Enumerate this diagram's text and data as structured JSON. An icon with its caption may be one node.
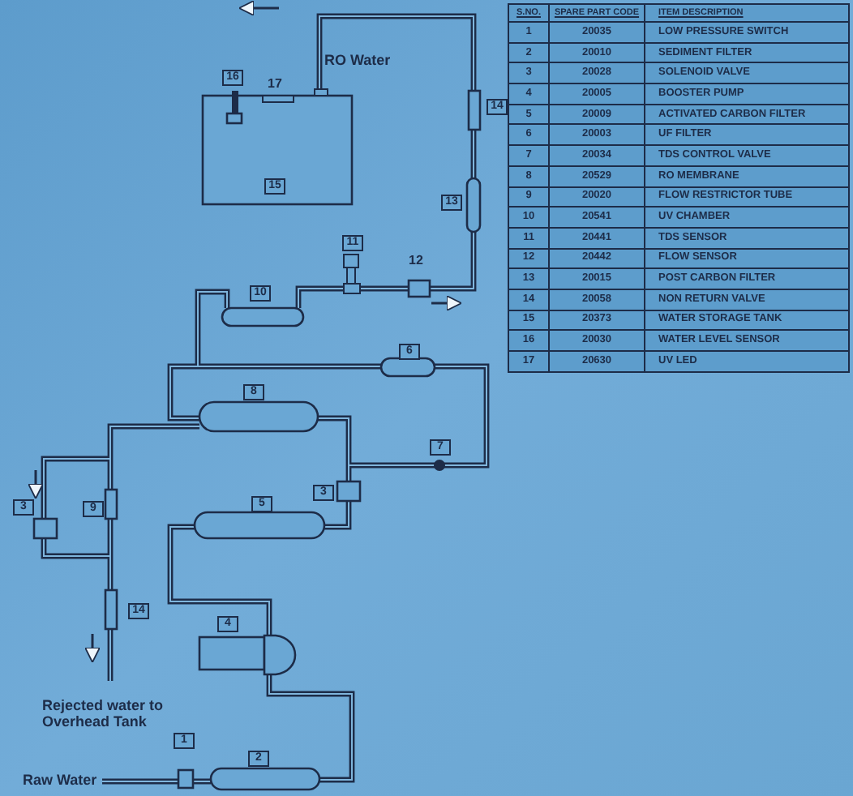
{
  "diagram": {
    "labels": [
      "16",
      "17",
      "RO Water",
      "14",
      "15",
      "13",
      "11",
      "12",
      "10",
      "6",
      "8",
      "7",
      "3",
      "3",
      "9",
      "5",
      "14",
      "4",
      "Rejected water to Overhead Tank",
      "1",
      "2",
      "Raw Water",
      "S.NO.",
      "SPARE PART CODE",
      "ITEM DESCRIPTION",
      "1",
      "20035",
      "LOW PRESSURE SWITCH",
      "2",
      "20010",
      "SEDIMENT FILTER",
      "3",
      "20028",
      "SOLENOID VALVE",
      "4",
      "20005",
      "BOOSTER PUMP",
      "5",
      "20009",
      "ACTIVATED CARBON FILTER",
      "6",
      "20003",
      "UF FILTER",
      "7",
      "20034",
      "TDS CONTROL VALVE",
      "8",
      "20529",
      "RO MEMBRANE",
      "9",
      "20020",
      "FLOW RESTRICTOR TUBE",
      "10",
      "20541",
      "UV CHAMBER",
      "11",
      "20441",
      "TDS SENSOR",
      "12",
      "20442",
      "FLOW SENSOR",
      "13",
      "20015",
      "POST CARBON FILTER",
      "14",
      "20058",
      "NON RETURN VALVE",
      "15",
      "20373",
      "WATER STORAGE TANK",
      "16",
      "20030",
      "WATER LEVEL SENSOR",
      "17",
      "20630",
      "UV LED"
    ]
  }
}
